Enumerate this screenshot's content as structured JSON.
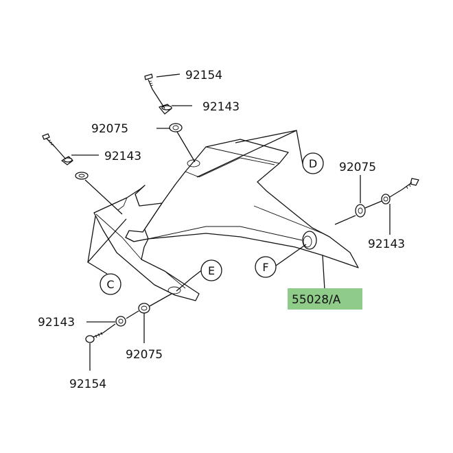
{
  "parts": {
    "bolt_top": "92154",
    "collar_top": "92143",
    "grommet_top": "92075",
    "collar_left": "92143",
    "grommet_right": "92075",
    "collar_right": "92143",
    "main_part": "55028/A",
    "collar_bottom": "92143",
    "grommet_bottom": "92075",
    "bolt_bottom": "92154"
  },
  "callouts": {
    "c": "C",
    "d": "D",
    "e": "E",
    "f": "F"
  },
  "highlight_color": "#8fcc8a",
  "icons": [
    "bolt-icon",
    "collar-icon",
    "grommet-icon"
  ]
}
